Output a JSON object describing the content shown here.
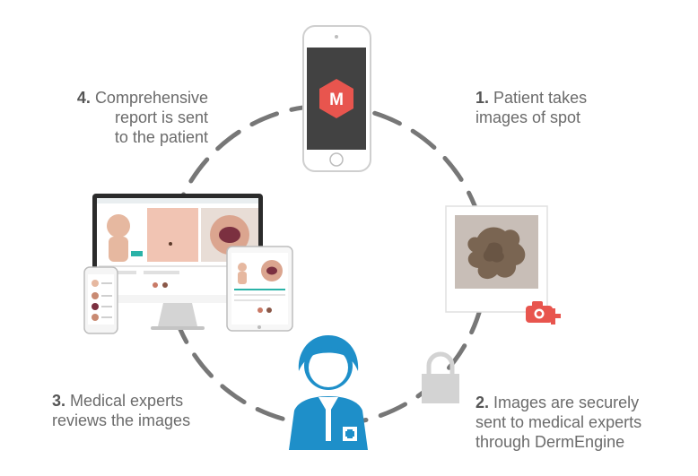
{
  "steps": [
    {
      "number": "1.",
      "lines": [
        "Patient takes",
        "images of spot"
      ]
    },
    {
      "number": "2.",
      "lines": [
        "Images are securely",
        "sent to medical experts",
        "through DermEngine"
      ]
    },
    {
      "number": "3.",
      "lines": [
        "Medical experts",
        "reviews the images"
      ]
    },
    {
      "number": "4.",
      "lines": [
        "Comprehensive",
        "report is sent",
        "to the patient"
      ]
    }
  ],
  "colors": {
    "circle": "#777777",
    "accent": "#e8554e",
    "expert": "#1e8fc9",
    "lock": "#d3d3d3",
    "phone_screen": "#424242",
    "lesion": "#7a6552"
  },
  "icons": [
    "app-logo-icon",
    "camera-add-icon",
    "lock-icon",
    "medical-expert-icon"
  ]
}
